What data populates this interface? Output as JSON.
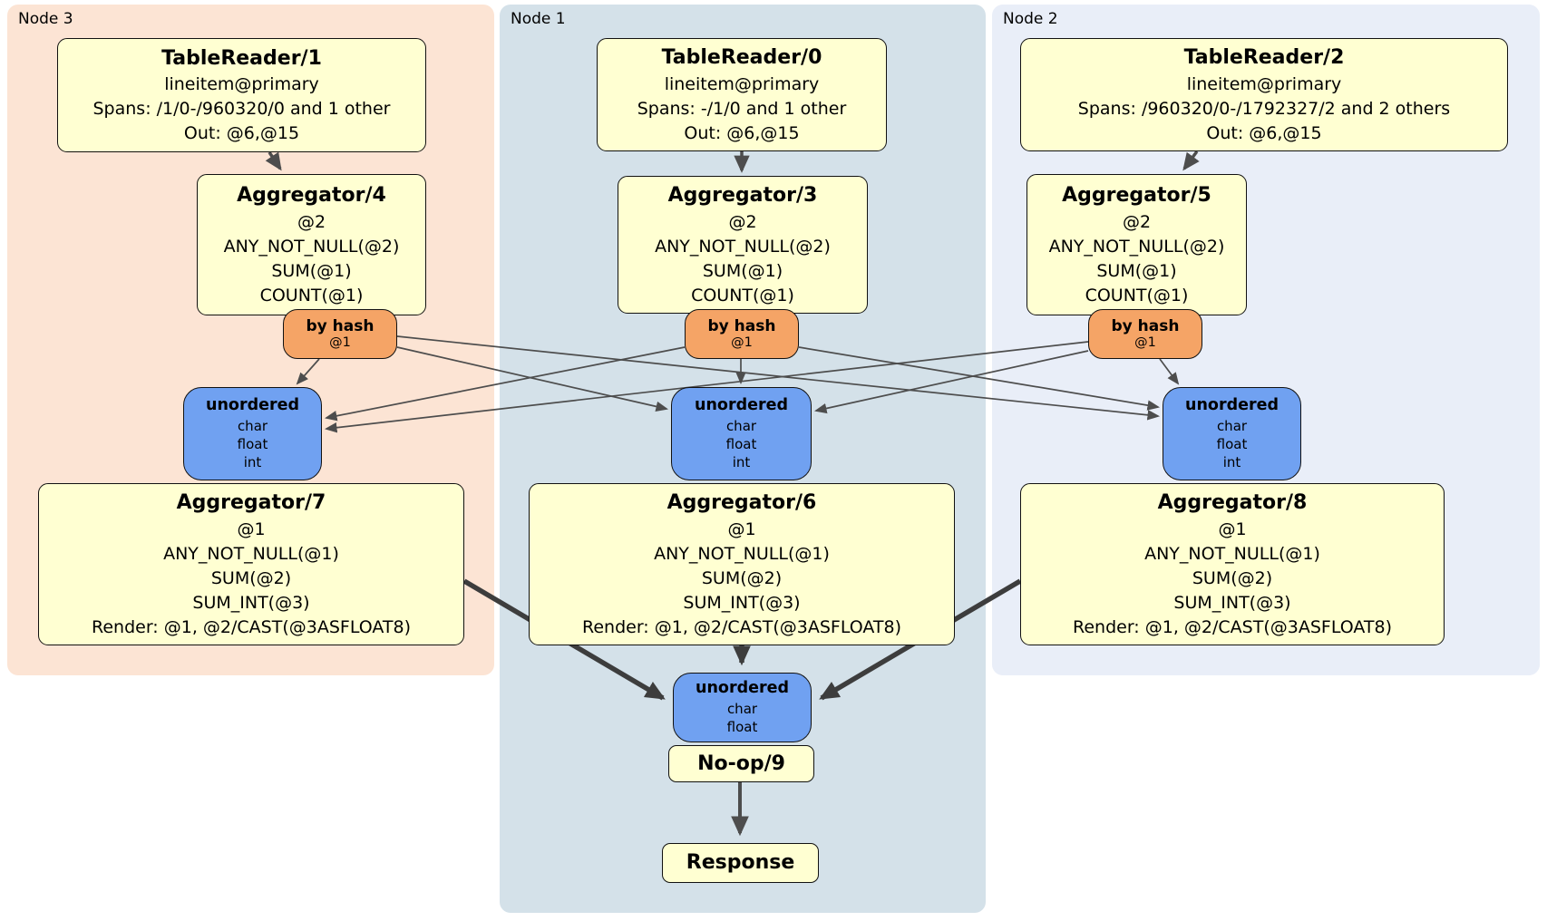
{
  "regions": [
    {
      "label": "Node 3"
    },
    {
      "label": "Node 1"
    },
    {
      "label": "Node 2"
    }
  ],
  "nodes": [
    {
      "table_reader": {
        "title": "TableReader/1",
        "index": "lineitem@primary",
        "spans": "Spans: /1/0-/960320/0 and 1 other",
        "out": "Out: @6,@15"
      },
      "aggregator_top": {
        "title": "Aggregator/4",
        "group": "@2",
        "fn1": "ANY_NOT_NULL(@2)",
        "fn2": "SUM(@1)",
        "fn3": "COUNT(@1)"
      },
      "router": {
        "label": "by hash",
        "key": "@1"
      },
      "sync": {
        "label": "unordered",
        "col1": "char",
        "col2": "float",
        "col3": "int"
      },
      "aggregator_bottom": {
        "title": "Aggregator/7",
        "group": "@1",
        "fn1": "ANY_NOT_NULL(@1)",
        "fn2": "SUM(@2)",
        "fn3": "SUM_INT(@3)",
        "render": "Render: @1, @2/CAST(@3ASFLOAT8)"
      }
    },
    {
      "table_reader": {
        "title": "TableReader/0",
        "index": "lineitem@primary",
        "spans": "Spans: -/1/0 and 1 other",
        "out": "Out: @6,@15"
      },
      "aggregator_top": {
        "title": "Aggregator/3",
        "group": "@2",
        "fn1": "ANY_NOT_NULL(@2)",
        "fn2": "SUM(@1)",
        "fn3": "COUNT(@1)"
      },
      "router": {
        "label": "by hash",
        "key": "@1"
      },
      "sync": {
        "label": "unordered",
        "col1": "char",
        "col2": "float",
        "col3": "int"
      },
      "aggregator_bottom": {
        "title": "Aggregator/6",
        "group": "@1",
        "fn1": "ANY_NOT_NULL(@1)",
        "fn2": "SUM(@2)",
        "fn3": "SUM_INT(@3)",
        "render": "Render: @1, @2/CAST(@3ASFLOAT8)"
      }
    },
    {
      "table_reader": {
        "title": "TableReader/2",
        "index": "lineitem@primary",
        "spans": "Spans: /960320/0-/1792327/2 and 2 others",
        "out": "Out: @6,@15"
      },
      "aggregator_top": {
        "title": "Aggregator/5",
        "group": "@2",
        "fn1": "ANY_NOT_NULL(@2)",
        "fn2": "SUM(@1)",
        "fn3": "COUNT(@1)"
      },
      "router": {
        "label": "by hash",
        "key": "@1"
      },
      "sync": {
        "label": "unordered",
        "col1": "char",
        "col2": "float",
        "col3": "int"
      },
      "aggregator_bottom": {
        "title": "Aggregator/8",
        "group": "@1",
        "fn1": "ANY_NOT_NULL(@1)",
        "fn2": "SUM(@2)",
        "fn3": "SUM_INT(@3)",
        "render": "Render: @1, @2/CAST(@3ASFLOAT8)"
      }
    }
  ],
  "final": {
    "sync": {
      "label": "unordered",
      "col1": "char",
      "col2": "float"
    },
    "noop": {
      "title": "No-op/9"
    },
    "response": {
      "title": "Response"
    }
  },
  "colors": {
    "node3_bg": "#fce4d4",
    "node1_bg": "#d4e1e9",
    "node2_bg": "#e9eef8",
    "processor_bg": "#ffffd2",
    "router_bg": "#f5a466",
    "sync_bg": "#70a1f1",
    "edge": "#4d4d4d"
  }
}
